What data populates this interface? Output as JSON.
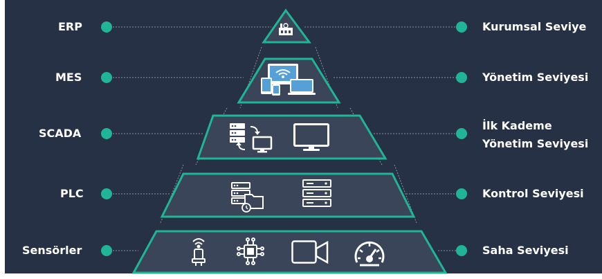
{
  "levels": [
    {
      "left": "ERP",
      "right": "Kurumsal Seviye"
    },
    {
      "left": "MES",
      "right": "Yönetim Seviyesi"
    },
    {
      "left": "SCADA",
      "right": "İlk Kademe\nYönetim Seviyesi",
      "right_line1": "İlk Kademe",
      "right_line2": "Yönetim Seviyesi"
    },
    {
      "left": "PLC",
      "right": "Kontrol Seviyesi"
    },
    {
      "left": "Sensörler",
      "right": "Saha Seviyesi"
    }
  ],
  "icons": {
    "level1": [
      "factory-icon"
    ],
    "level2": [
      "devices-wifi-icon"
    ],
    "level3": [
      "server-sync-icon",
      "monitor-icon"
    ],
    "level4": [
      "server-folder-icon",
      "server-rack-icon"
    ],
    "level5": [
      "wireless-sensor-icon",
      "microchip-icon",
      "video-camera-icon",
      "speedometer-icon"
    ]
  },
  "colors": {
    "background": "#263145",
    "tier_fill": "#3b4559",
    "tier_border": "#1fb596",
    "dot": "#1fb596",
    "text": "#ffffff",
    "connector": "#8a93a4"
  }
}
